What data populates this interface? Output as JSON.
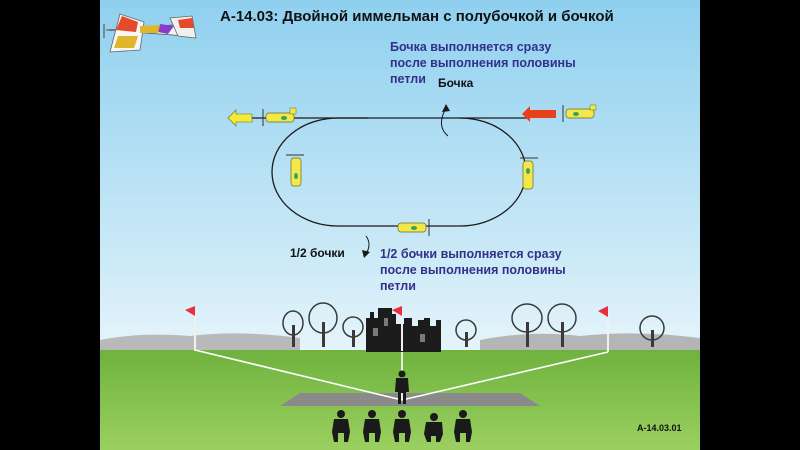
{
  "diagram": {
    "title": "A-14.03: Двойной иммельман с полубочкой и бочкой",
    "note_top": "Бочка выполняется сразу\nпосле выполнения половины\nпетли",
    "label_roll": "Бочка",
    "label_half_roll": "1/2 бочки",
    "note_bottom": "1/2 бочки выполняется сразу\nпосле выполнения половины\nпетли",
    "figure_code": "A-14.03.01"
  },
  "colors": {
    "sky_top": "#8fd0ef",
    "sky_bottom": "#e6f4fb",
    "grass": "#7bbf47",
    "entry_arrow": "#e8401c",
    "exit_arrow": "#f3ea3a",
    "plane": "#f2e84a",
    "flag": "#e8303a",
    "note_text": "#33308a"
  },
  "icons": {
    "model_plane": "aerobatic-plane-icon",
    "judges": "judge-silhouette-icon",
    "pilot": "pilot-silhouette-icon",
    "flag": "flag-icon",
    "trees": "tree-icon",
    "castle": "castle-ruin-icon"
  }
}
